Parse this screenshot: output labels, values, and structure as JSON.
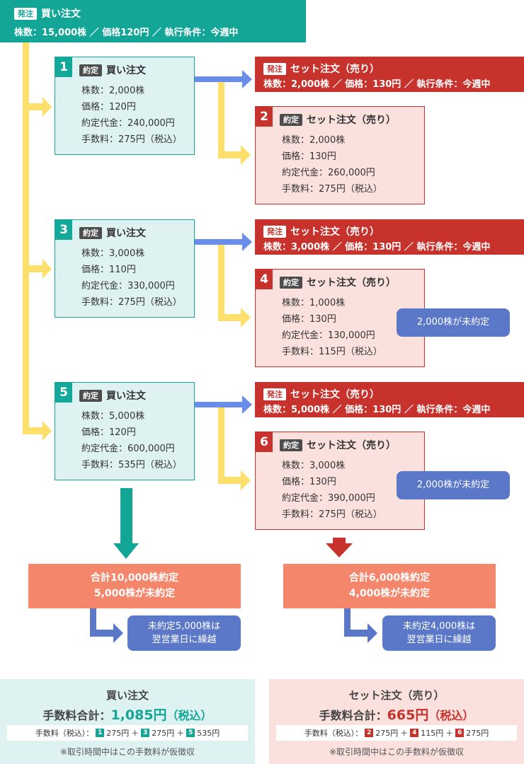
{
  "header": {
    "tag": "発注",
    "title": "買い注文",
    "detail": "株数：15,000株 ／ 価格120円 ／ 執行条件：今週中"
  },
  "tags": {
    "filled": "約定",
    "order": "発注"
  },
  "buy_orders": [
    {
      "num": "1",
      "title": "買い注文",
      "shares": "株数：2,000株",
      "price": "価格：120円",
      "amount": "約定代金：240,000円",
      "fee": "手数料：275円（税込）"
    },
    {
      "num": "3",
      "title": "買い注文",
      "shares": "株数：3,000株",
      "price": "価格：110円",
      "amount": "約定代金：330,000円",
      "fee": "手数料：275円（税込）"
    },
    {
      "num": "5",
      "title": "買い注文",
      "shares": "株数：5,000株",
      "price": "価格：120円",
      "amount": "約定代金：600,000円",
      "fee": "手数料：535円（税込）"
    }
  ],
  "sell_banners": [
    {
      "title": "セット注文（売り）",
      "detail": "株数：2,000株 ／ 価格：130円 ／ 執行条件：今週中"
    },
    {
      "title": "セット注文（売り）",
      "detail": "株数：3,000株 ／ 価格：130円 ／ 執行条件：今週中"
    },
    {
      "title": "セット注文（売り）",
      "detail": "株数：5,000株 ／ 価格：130円 ／ 執行条件：今週中"
    }
  ],
  "sell_orders": [
    {
      "num": "2",
      "title": "セット注文（売り）",
      "shares": "株数：2,000株",
      "price": "価格：130円",
      "amount": "約定代金：260,000円",
      "fee": "手数料：275円（税込）"
    },
    {
      "num": "4",
      "title": "セット注文（売り）",
      "shares": "株数：1,000株",
      "price": "価格：130円",
      "amount": "約定代金：130,000円",
      "fee": "手数料：115円（税込）"
    },
    {
      "num": "6",
      "title": "セット注文（売り）",
      "shares": "株数：3,000株",
      "price": "価格：130円",
      "amount": "約定代金：390,000円",
      "fee": "手数料：275円（税込）"
    }
  ],
  "unfilled_pills": [
    "2,000株が未約定",
    "2,000株が未約定"
  ],
  "summary_buy": {
    "line1": "合計10,000株約定",
    "line2": "5,000株が未約定",
    "carry1": "未約定5,000株は",
    "carry2": "翌営業日に繰越"
  },
  "summary_sell": {
    "line1": "合計6,000株約定",
    "line2": "4,000株が未約定",
    "carry1": "未約定4,000株は",
    "carry2": "翌営業日に繰越"
  },
  "fee_buy": {
    "title": "買い注文",
    "total_label": "手数料合計：",
    "total_value": "1,085円",
    "tax": "（税込）",
    "breakdown_label": "手数料（税込）：",
    "items": [
      {
        "num": "1",
        "value": "275円"
      },
      {
        "num": "3",
        "value": "275円"
      },
      {
        "num": "5",
        "value": "535円"
      }
    ],
    "plus": "＋",
    "note": "※取引時間中はこの手数料が仮徴収"
  },
  "fee_sell": {
    "title": "セット注文（売り）",
    "total_label": "手数料合計：",
    "total_value": "665円",
    "tax": "（税込）",
    "breakdown_label": "手数料（税込）：",
    "items": [
      {
        "num": "2",
        "value": "275円"
      },
      {
        "num": "4",
        "value": "115円"
      },
      {
        "num": "6",
        "value": "275円"
      }
    ],
    "plus": "＋",
    "note": "※取引時間中はこの手数料が仮徴収"
  },
  "colors": {
    "teal": "#13a697",
    "red": "#c7322c",
    "yellow": "#fddf6c",
    "blue": "#5b77c7",
    "salmon": "#f4866b"
  }
}
